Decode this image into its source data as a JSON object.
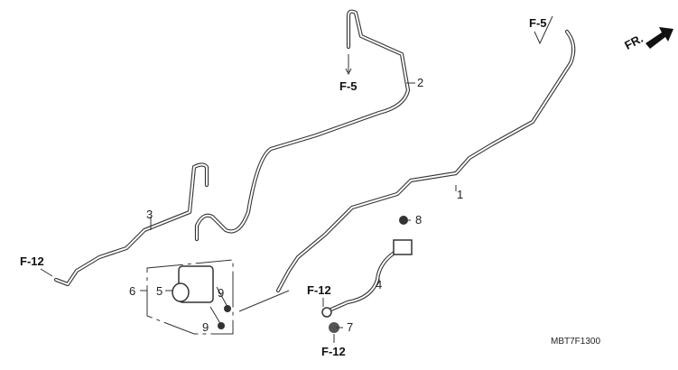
{
  "diagram": {
    "refs": {
      "f5_top": "F-5",
      "f5_right": "F-5",
      "f12_left": "F-12",
      "f12_mid": "F-12",
      "f12_bottom": "F-12"
    },
    "parts": {
      "p1": "1",
      "p2": "2",
      "p3": "3",
      "p4": "4",
      "p5": "5",
      "p6": "6",
      "p7": "7",
      "p8": "8",
      "p9a": "9",
      "p9b": "9"
    },
    "direction_label": "FR.",
    "diagram_code": "MBT7F1300"
  }
}
